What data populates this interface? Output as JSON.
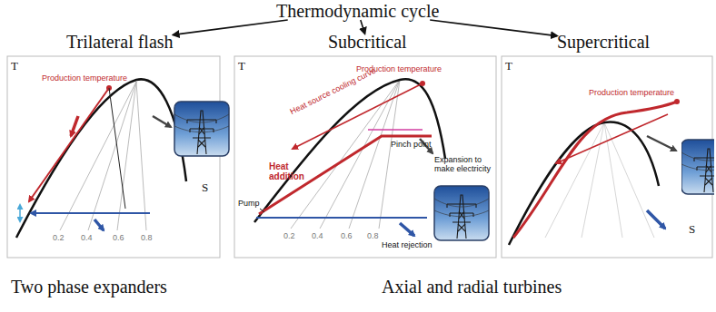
{
  "diagram": {
    "nodes": [
      {
        "text": [
          "Thermodynamic cycle"
        ]
      },
      {
        "text": [
          "Trilateral flash"
        ]
      },
      {
        "text": [
          "Subcritical"
        ]
      },
      {
        "text": [
          "Supercritical"
        ]
      }
    ],
    "edges": [
      {
        "from": 0,
        "to": 1,
        "arrow": "to"
      },
      {
        "from": 0,
        "to": 2,
        "arrow": "to"
      },
      {
        "from": 0,
        "to": 3,
        "arrow": "to"
      }
    ],
    "labels": [
      "T",
      "S",
      "Production temperature",
      "0.2",
      "0.4",
      "0.6",
      "0.8",
      "T",
      "Production temperature",
      "Heat source cooling curve",
      "Heat addition",
      "Pinch point",
      "Pump",
      "0.2",
      "0.4",
      "0.6",
      "0.8",
      "Expansion to make electricity",
      "Heat rejection",
      "T",
      "Production temperature",
      "S",
      "Two phase expanders",
      "Axial and radial turbines"
    ]
  }
}
